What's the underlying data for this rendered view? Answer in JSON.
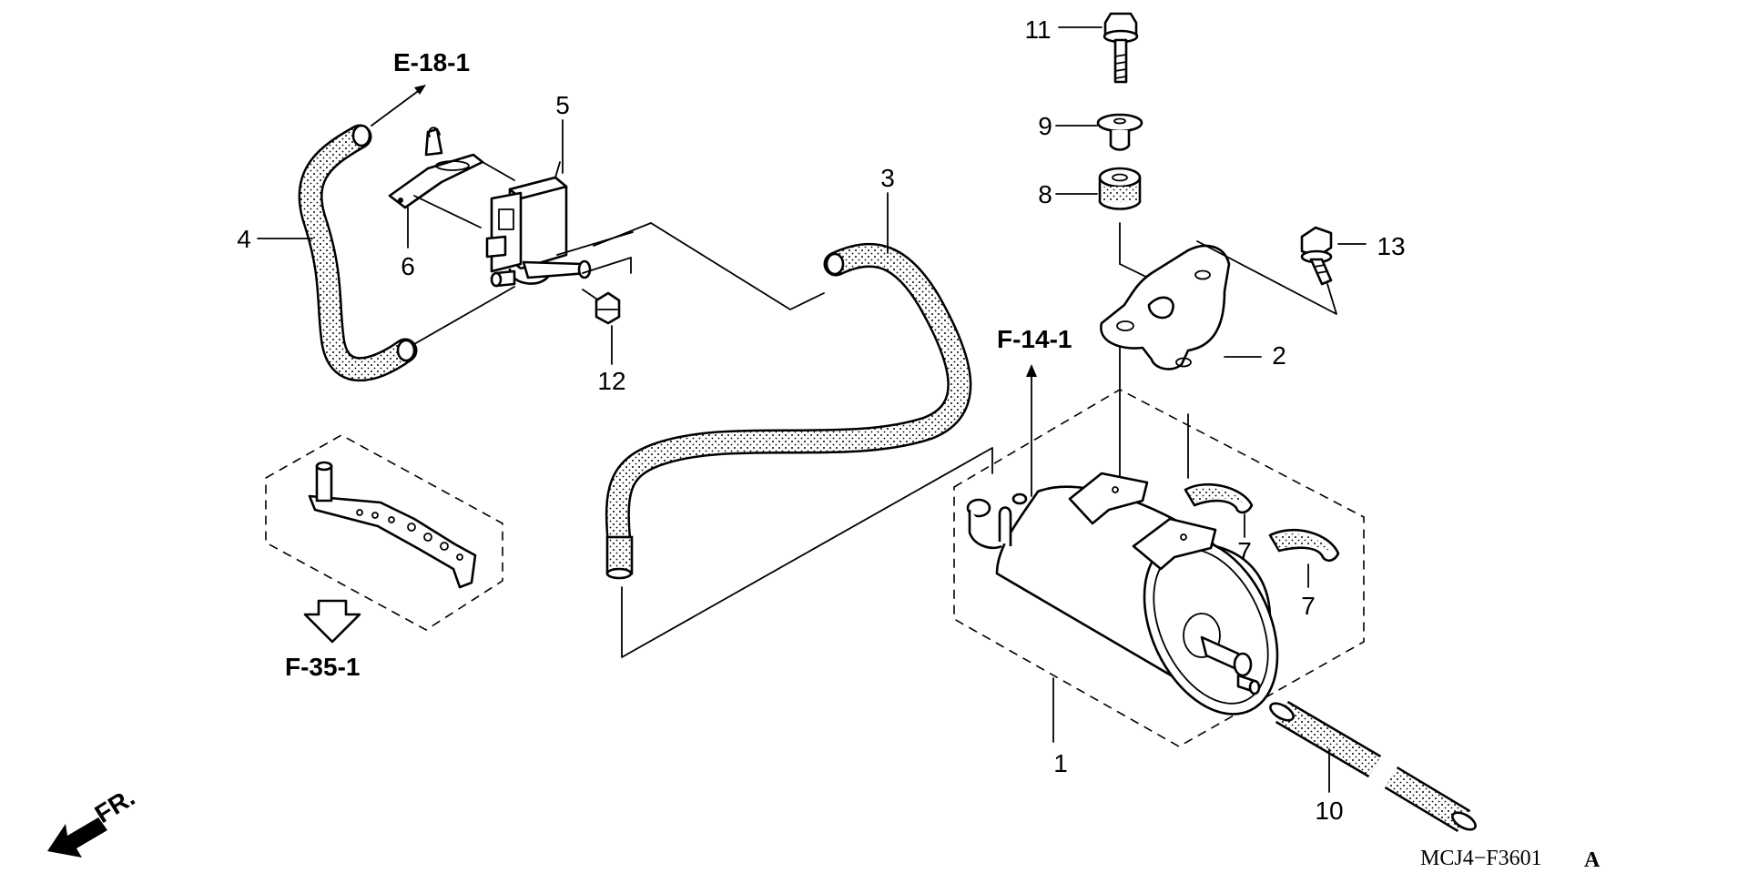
{
  "callouts": {
    "p1": "1",
    "p2": "2",
    "p3": "3",
    "p4": "4",
    "p5": "5",
    "p6": "6",
    "p7a": "7",
    "p7b": "7",
    "p8": "8",
    "p9": "9",
    "p10": "10",
    "p11": "11",
    "p12": "12",
    "p13": "13"
  },
  "references": {
    "e18": "E-18-1",
    "f14": "F-14-1",
    "f35": "F-35-1"
  },
  "front_label": "FR.",
  "figure_code": "MCJ4−F3601",
  "figure_suffix": "A"
}
